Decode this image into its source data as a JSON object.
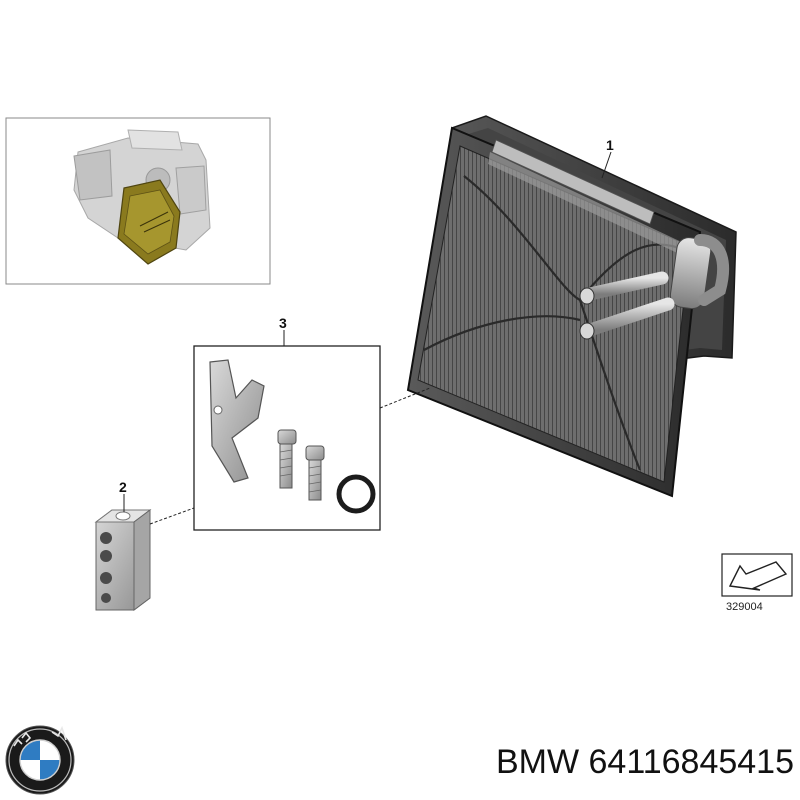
{
  "parts": [
    {
      "number": "1",
      "name": "evaporator"
    },
    {
      "number": "2",
      "name": "expansion-valve"
    },
    {
      "number": "3",
      "name": "mounting-kit"
    }
  ],
  "reference_code": "329004",
  "footer": {
    "brand": "BMW",
    "part_number": "64116845415"
  },
  "colors": {
    "highlight_part": "#8a7a1e",
    "line": "#222222",
    "housing": "#c8c8c8",
    "metal": "#9a9a9a"
  }
}
